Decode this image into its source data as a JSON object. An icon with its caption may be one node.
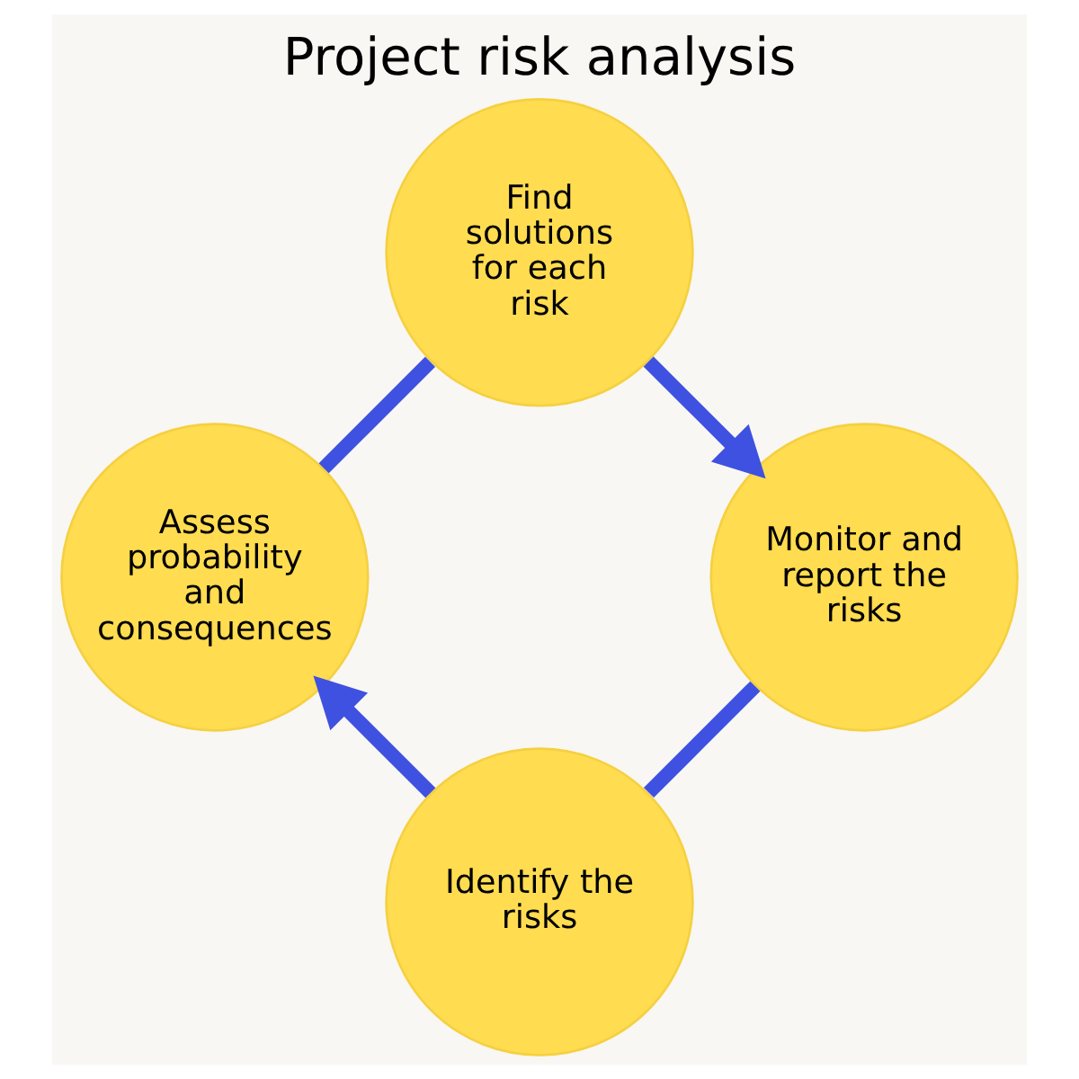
{
  "diagram": {
    "title": "Project risk analysis",
    "nodes": [
      {
        "text": [
          "Identify the risks"
        ]
      },
      {
        "text": [
          "Assess probability and consequences"
        ]
      },
      {
        "text": [
          "Find solutions for each risk"
        ]
      },
      {
        "text": [
          "Monitor and report the risks"
        ]
      }
    ],
    "edges": [
      {
        "from": 0,
        "to": 1,
        "arrow": "to"
      },
      {
        "from": 1,
        "to": 2,
        "arrow": "none"
      },
      {
        "from": 2,
        "to": 3,
        "arrow": "to"
      },
      {
        "from": 3,
        "to": 0,
        "arrow": "none"
      }
    ]
  }
}
